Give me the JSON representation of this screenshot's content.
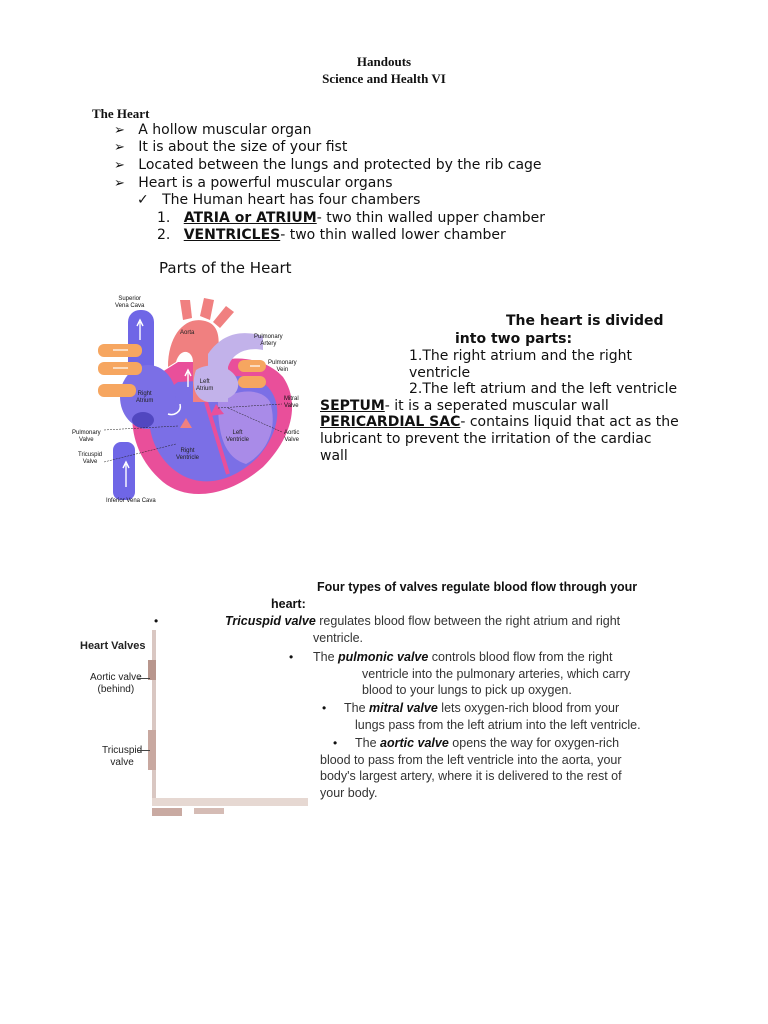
{
  "header": {
    "title": "Handouts",
    "subtitle": "Science and Health VI"
  },
  "heart_section": {
    "title": "The Heart",
    "bullets": [
      "A hollow muscular organ",
      "It is about the size of your fist",
      "Located between the lungs and protected by the rib cage",
      "Heart is a powerful muscular organs"
    ],
    "check_item": "The Human heart has four chambers",
    "chambers": [
      {
        "num": "1.",
        "label": "ATRIA or ATRIUM",
        "desc": "- two thin walled upper chamber"
      },
      {
        "num": "2.",
        "label": "VENTRICLES",
        "desc": "- two thin walled lower chamber"
      }
    ]
  },
  "parts": {
    "title": "Parts of the Heart",
    "divided_line1": "The heart is divided",
    "divided_line2": "into two parts:",
    "part1_a": "1.The right atrium and the right",
    "part1_b": "ventricle",
    "part2": "2.The left atrium and the left ventricle",
    "septum_label": "SEPTUM",
    "septum_desc": "- it is a seperated muscular wall",
    "pericardial_label": "PERICARDIAL SAC",
    "pericardial_desc": "- contains liquid that act as the",
    "pericardial_line2": "lubricant to prevent the irritation of the cardiac",
    "pericardial_line3": "wall"
  },
  "diagram_labels": {
    "superior_vena_cava_1": "Superior",
    "superior_vena_cava_2": "Vena Cava",
    "aorta": "Aorta",
    "pulmonary_artery_1": "Pulmonary",
    "pulmonary_artery_2": "Artery",
    "pulmonary_vein_1": "Pulmonary",
    "pulmonary_vein_2": "Vein",
    "left_atrium_1": "Left",
    "left_atrium_2": "Atrium",
    "right_atrium_1": "Right",
    "right_atrium_2": "Atrium",
    "mitral_valve_1": "Mitral",
    "mitral_valve_2": "Valve",
    "aortic_valve_1": "Aortic",
    "aortic_valve_2": "Valve",
    "left_ventricle_1": "Left",
    "left_ventricle_2": "Ventricle",
    "right_ventricle_1": "Right",
    "right_ventricle_2": "Ventricle",
    "pulmonary_valve_1": "Pulmonary",
    "pulmonary_valve_2": "Valve",
    "tricuspid_valve_1": "Tricuspid",
    "tricuspid_valve_2": "Valve",
    "inferior_vena_cava": "Inferior Vena Cava"
  },
  "valves": {
    "heading_1": "Four types of valves regulate blood flow through your",
    "heading_2": "heart:",
    "tricuspid_name": "Tricuspid valve",
    "tricuspid_text_1": " regulates blood flow between the right atrium and right",
    "tricuspid_text_2": "ventricle.",
    "pulmonic_pre": "The ",
    "pulmonic_name": "pulmonic valve",
    "pulmonic_text_1": " controls blood flow from the right",
    "pulmonic_text_2": "ventricle into the pulmonary arteries, which carry",
    "pulmonic_text_3": "blood to your lungs to pick up oxygen.",
    "mitral_pre": "The ",
    "mitral_name": "mitral valve",
    "mitral_text_1": " lets oxygen-rich blood from your",
    "mitral_text_2": "lungs pass from the left atrium into the left ventricle.",
    "aortic_pre": "The ",
    "aortic_name": "aortic valve",
    "aortic_text_1": " opens the way for oxygen-rich",
    "aortic_text_2": "blood to pass from the left ventricle into the aorta, your",
    "aortic_text_3": "body's largest artery, where it is delivered to the rest of",
    "aortic_text_4": "your body."
  },
  "valve_image": {
    "title": "Heart Valves",
    "aortic_1": "Aortic valve",
    "aortic_2": "(behind)",
    "tricuspid_1": "Tricuspid",
    "tricuspid_2": "valve"
  },
  "colors": {
    "pink": "#e94f9a",
    "purple_blue": "#7b6fe6",
    "orange": "#f6a660",
    "salmon": "#f08080",
    "lavender": "#c2b2ea"
  }
}
